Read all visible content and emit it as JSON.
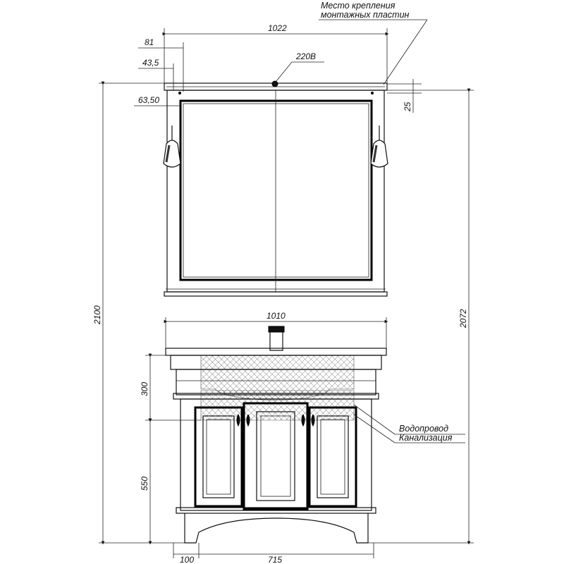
{
  "dimensions": {
    "mirror_width": "1022",
    "offset_81": "81",
    "offset_43_5": "43,5",
    "offset_63_50": "63,50",
    "offset_25": "25",
    "power": "220В",
    "total_height": "2100",
    "mirror_top_height": "2072",
    "vanity_width": "1010",
    "height_300": "300",
    "height_550": "550",
    "bottom_100": "100",
    "bottom_715": "715"
  },
  "labels": {
    "mount_line1": "Место крепления",
    "mount_line2": "монтажных пластин",
    "water": "Водопровод",
    "sewer": "Канализация"
  }
}
